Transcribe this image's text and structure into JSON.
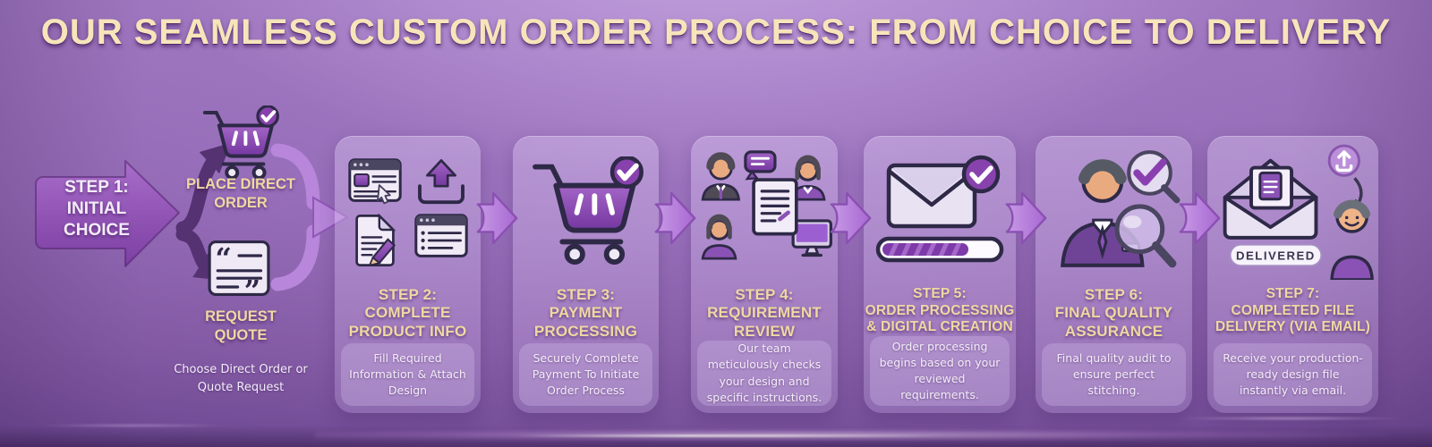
{
  "title": "OUR SEAMLESS CUSTOM ORDER PROCESS: FROM CHOICE TO DELIVERY",
  "colors": {
    "background_purple": "#8f65b1",
    "accent_gold": "#efd8a1",
    "card_purple": "#c5a8e3",
    "arrow_dark": "#553272",
    "arrow_light": "#b886da",
    "icon_purple": "#8a4fb3",
    "text_light": "#f4edf9"
  },
  "step1": {
    "arrow_label_lines": [
      "STEP 1:",
      "INITIAL",
      "CHOICE"
    ],
    "option_top": "PLACE DIRECT ORDER",
    "option_bottom": "REQUEST QUOTE",
    "description": "Choose Direct Order or Quote Request",
    "option_top_icon": "cart-check-icon",
    "option_bottom_icon": "quote-document-icon"
  },
  "steps": [
    {
      "title_lines": [
        "STEP 2:",
        "COMPLETE",
        "PRODUCT INFO"
      ],
      "description": "Fill Required Information & Attach Design",
      "icons": [
        "browser-form-icon",
        "upload-icon",
        "edit-document-icon",
        "checklist-window-icon"
      ]
    },
    {
      "title_lines": [
        "STEP 3:",
        "PAYMENT",
        "PROCESSING"
      ],
      "description": "Securely Complete Payment To Initiate Order Process",
      "icons": [
        "cart-check-icon"
      ]
    },
    {
      "title_lines": [
        "STEP 4:",
        "REQUIREMENT",
        "REVIEW"
      ],
      "description": "Our team meticulously checks your design and specific instructions.",
      "icons": [
        "team-review-icon",
        "speech-bubble-icon",
        "document-icon",
        "monitor-icon"
      ]
    },
    {
      "title_lines": [
        "STEP 5:",
        "ORDER PROCESSING",
        "& DIGITAL CREATION"
      ],
      "description": "Order processing begins based on your reviewed requirements.",
      "icons": [
        "envelope-check-icon",
        "progress-bar-icon"
      ],
      "progress_percent": 70
    },
    {
      "title_lines": [
        "STEP 6:",
        "FINAL QUALITY",
        "ASSURANCE"
      ],
      "description": "Final quality audit to ensure perfect stitching.",
      "icons": [
        "inspector-icon",
        "magnifier-check-icon",
        "magnifier-icon"
      ]
    },
    {
      "title_lines": [
        "STEP 7:",
        "COMPLETED FILE",
        "DELIVERY (VIA EMAIL)"
      ],
      "description": "Receive your production-ready design file instantly via email.",
      "badge": "DELIVERED",
      "icons": [
        "open-envelope-document-icon",
        "upload-circle-icon",
        "happy-customer-icon"
      ]
    }
  ]
}
